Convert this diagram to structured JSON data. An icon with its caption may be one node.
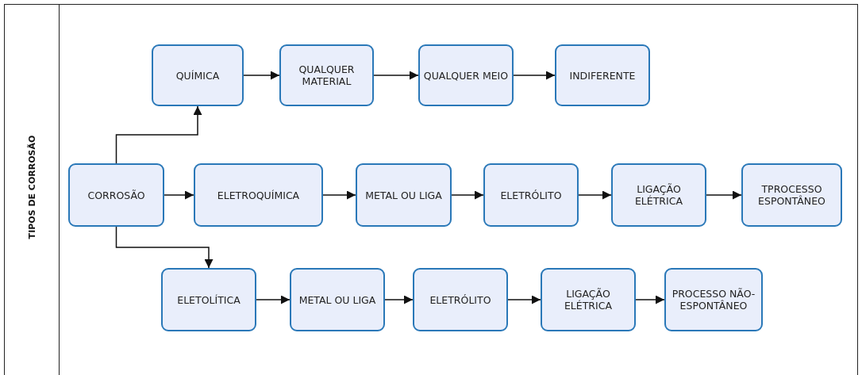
{
  "diagram": {
    "nodes": [
      {
        "text": [
          "TIPOS DE CORROSÃO"
        ]
      },
      {
        "text": [
          "QUÍMICA"
        ],
        "in": 0
      },
      {
        "text": [
          "QUALQUER MATERIAL"
        ],
        "in": 0
      },
      {
        "text": [
          "QUALQUER MEIO"
        ],
        "in": 0
      },
      {
        "text": [
          "INDIFERENTE"
        ],
        "in": 0
      },
      {
        "text": [
          "CORROSÃO"
        ],
        "in": 0
      },
      {
        "text": [
          "ELETROQUÍMICA"
        ],
        "in": 0
      },
      {
        "text": [
          "METAL OU LIGA"
        ],
        "in": 0
      },
      {
        "text": [
          "ELETRÓLITO"
        ],
        "in": 0
      },
      {
        "text": [
          "LIGAÇÃO ELÉTRICA"
        ],
        "in": 0
      },
      {
        "text": [
          "TPROCESSO ESPONTÂNEO"
        ],
        "in": 0
      },
      {
        "text": [
          "ELETOLÍTICA"
        ],
        "in": 0
      },
      {
        "text": [
          "METAL OU LIGA"
        ],
        "in": 0
      },
      {
        "text": [
          "ELETRÓLITO"
        ],
        "in": 0
      },
      {
        "text": [
          "LIGAÇÃO ELÉTRICA"
        ],
        "in": 0
      },
      {
        "text": [
          "PROCESSO NÃO-ESPONTÂNEO"
        ],
        "in": 0
      }
    ],
    "edges": [
      {
        "from": 5,
        "to": 1,
        "arrow": "to"
      },
      {
        "from": 1,
        "to": 2,
        "arrow": "to"
      },
      {
        "from": 2,
        "to": 3,
        "arrow": "to"
      },
      {
        "from": 3,
        "to": 4,
        "arrow": "to"
      },
      {
        "from": 5,
        "to": 6,
        "arrow": "to"
      },
      {
        "from": 6,
        "to": 7,
        "arrow": "to"
      },
      {
        "from": 7,
        "to": 8,
        "arrow": "to"
      },
      {
        "from": 8,
        "to": 9,
        "arrow": "to"
      },
      {
        "from": 9,
        "to": 10,
        "arrow": "to"
      },
      {
        "from": 5,
        "to": 11,
        "arrow": "to"
      },
      {
        "from": 11,
        "to": 12,
        "arrow": "to"
      },
      {
        "from": 12,
        "to": 13,
        "arrow": "to"
      },
      {
        "from": 13,
        "to": 14,
        "arrow": "to"
      },
      {
        "from": 14,
        "to": 15,
        "arrow": "to"
      }
    ]
  }
}
